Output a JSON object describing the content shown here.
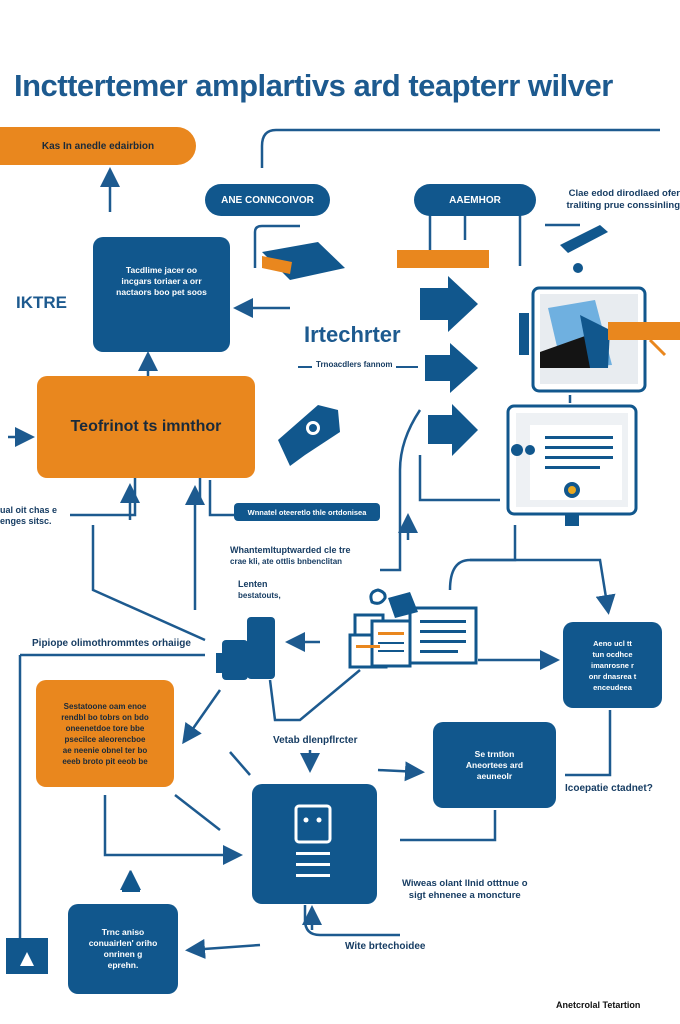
{
  "header": {
    "title": "Incttertemer amplartivs ard teapterr wilver"
  },
  "nodes": {
    "top_left_pill": "Kas In anedle edairbion",
    "ane_pill": "ANE CONNCOIVOR",
    "aemhor_pill": "AAEMHOR",
    "top_right_note": [
      "Clae edod dirodlaed ofer",
      "traliting prue conssinling"
    ],
    "blue_box_1": [
      "Tacdlime jacer oo",
      "incgars toriaer a orr",
      "nactaors boo pet soos"
    ],
    "side_label_ktre": "IKTRE",
    "orange_main": "Teofrinot ts imnthor",
    "intechter_heading": "Irtechrter",
    "intechter_sub": "Trnoacdlers fannom",
    "left_note": [
      "ual oit chas e",
      "enges sitsc."
    ],
    "thin_bar": "Wnnatel oteeretlo thle ortdonisea",
    "mid_note_title": "Whantemltuptwarded cle tre",
    "mid_note_sub": "crae kli, ate ottlis bnbenclitan",
    "mid_small_title": "Lenten",
    "mid_small_sub": "bestatouts,",
    "pipe_label": "Pipiope olimothrommtes orhaiige",
    "orange_lower": [
      "Sestatoone oam enoe",
      "rendbl bo tobrs on bdo",
      "oneenetdoe tore bbe",
      "psecilce aleorencboe",
      "ae neenie obnel ter bo",
      "eeeb broto pit eeob be"
    ],
    "right_box_1": [
      "Aeno ucl tt",
      "tun ocdhce",
      "imanrosne r",
      "onr dnasrea t",
      "enceudeea"
    ],
    "right_box_2": [
      "Se trntlon",
      "Aneortees ard",
      "aeuneolr"
    ],
    "vetab_label": "Vetab dlenpflrcter",
    "question_label": "Icoepatie ctadnet?",
    "bottom_note": [
      "Wiweas olant llnid otttnue o",
      "sigt ehnenee a moncture"
    ],
    "bottom_left_box": [
      "Trnc aniso",
      "conuairlen' oriho",
      "onrinen g",
      "eprehn."
    ],
    "wite_label": "Wite brtechoidee",
    "footer": "Anetcrolal Tetartion"
  },
  "colors": {
    "blue": "#11578d",
    "orange": "#e9871e",
    "title": "#1d5a8f",
    "line": "#1d5a8f"
  },
  "icons": [
    "monitor-icon",
    "laptop-icon",
    "document-icon",
    "tablet-icon",
    "phone-icon",
    "server-icon",
    "arrow-icon"
  ]
}
